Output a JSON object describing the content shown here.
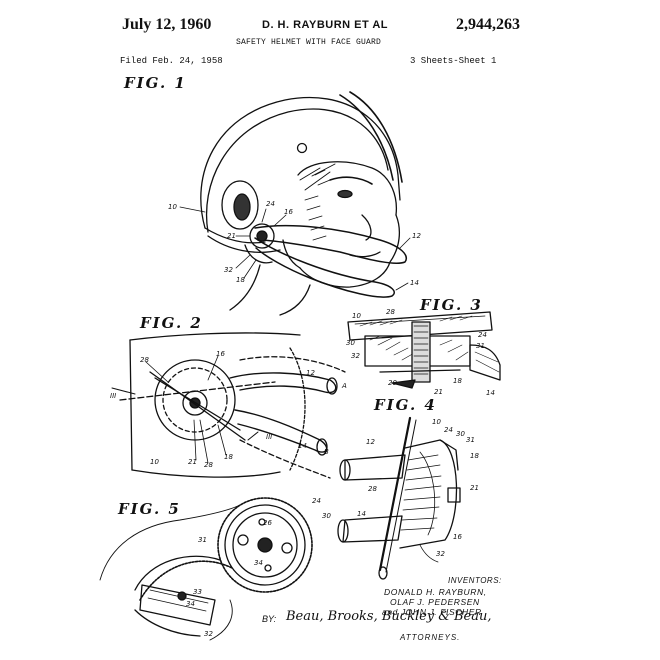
{
  "header": {
    "date": "July 12, 1960",
    "inventor": "D. H. RAYBURN  ET AL",
    "patent_number": "2,944,263",
    "title": "SAFETY HELMET WITH FACE GUARD",
    "filed": "Filed Feb. 24, 1958",
    "sheets": "3 Sheets-Sheet 1"
  },
  "figures": {
    "fig1": "FIG. 1",
    "fig2": "FIG. 2",
    "fig3": "FIG. 3",
    "fig4": "FIG. 4",
    "fig5": "FIG. 5"
  },
  "refs": {
    "r10a": "10",
    "r24a": "24",
    "r16a": "16",
    "r21a": "21",
    "r12a": "12",
    "r32a": "32",
    "r18a": "18",
    "r14a": "14",
    "r28b": "28",
    "r16b": "16",
    "r12b": "12",
    "rIIIa": "III",
    "rIIIb": "III",
    "rAb": "A",
    "rBb": "B",
    "r10b": "10",
    "r21b": "21",
    "r28c": "28",
    "r18b": "18",
    "r14b": "14",
    "r10c": "10",
    "r28d": "28",
    "r24c": "24",
    "r30c": "30",
    "r31c": "31",
    "r32c": "32",
    "r20c": "20",
    "r21c": "21",
    "r18c": "18",
    "r14c": "14",
    "r10d": "10",
    "r24d": "24",
    "r30d": "30",
    "r31d": "31",
    "r12d": "12",
    "r18d": "18",
    "r28e": "28",
    "r21d": "21",
    "r14d": "14",
    "r16d": "16",
    "r32d": "32",
    "r24e": "24",
    "r30e": "30",
    "r26e": "26",
    "r34e": "34",
    "r31e": "31",
    "r33e": "33",
    "r34f": "34",
    "r32e": "32"
  },
  "inventors": {
    "heading": "INVENTORS:",
    "line1": "DONALD H. RAYBURN,",
    "line2": "OLAF J. PEDERSEN",
    "line3": "and JOHN J. FISCHER"
  },
  "attorneys": {
    "by": "BY:",
    "signature": "Beau, Brooks, Buckley & Beau,",
    "label": "ATTORNEYS."
  }
}
